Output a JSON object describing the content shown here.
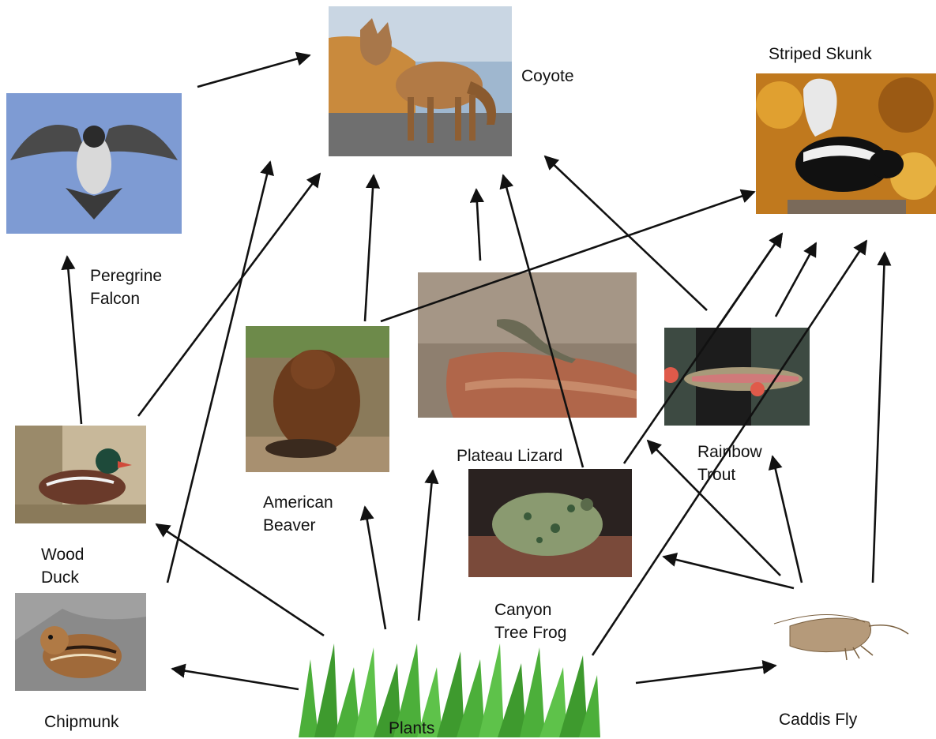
{
  "organisms": {
    "coyote": "Coyote",
    "striped_skunk": "Striped Skunk",
    "peregrine_falcon_line1": "Peregrine",
    "peregrine_falcon_line2": "Falcon",
    "plateau_lizard": "Plateau Lizard",
    "american_beaver_line1": "American",
    "american_beaver_line2": "Beaver",
    "rainbow_trout_line1": "Rainbow",
    "rainbow_trout_line2": "Trout",
    "wood_duck_line1": "Wood",
    "wood_duck_line2": "Duck",
    "canyon_tree_frog_line1": "Canyon",
    "canyon_tree_frog_line2": "Tree Frog",
    "chipmunk": "Chipmunk",
    "plants": "Plants",
    "caddis_fly": "Caddis Fly"
  },
  "food_web_links": [
    {
      "from": "Plants",
      "to": "Chipmunk"
    },
    {
      "from": "Plants",
      "to": "Wood Duck"
    },
    {
      "from": "Plants",
      "to": "American Beaver"
    },
    {
      "from": "Plants",
      "to": "Plateau Lizard"
    },
    {
      "from": "Plants",
      "to": "Caddis Fly"
    },
    {
      "from": "Plants",
      "to": "Striped Skunk"
    },
    {
      "from": "Caddis Fly",
      "to": "Canyon Tree Frog"
    },
    {
      "from": "Caddis Fly",
      "to": "Rainbow Trout"
    },
    {
      "from": "Caddis Fly",
      "to": "Striped Skunk"
    },
    {
      "from": "Chipmunk",
      "to": "Coyote"
    },
    {
      "from": "Wood Duck",
      "to": "Peregrine Falcon"
    },
    {
      "from": "Wood Duck",
      "to": "Coyote"
    },
    {
      "from": "American Beaver",
      "to": "Coyote"
    },
    {
      "from": "American Beaver",
      "to": "Striped Skunk"
    },
    {
      "from": "Plateau Lizard",
      "to": "Coyote"
    },
    {
      "from": "Canyon Tree Frog",
      "to": "Coyote"
    },
    {
      "from": "Canyon Tree Frog",
      "to": "Striped Skunk"
    },
    {
      "from": "Rainbow Trout",
      "to": "Coyote"
    },
    {
      "from": "Rainbow Trout",
      "to": "Striped Skunk"
    },
    {
      "from": "Peregrine Falcon",
      "to": "Coyote"
    }
  ],
  "colors": {
    "arrow": "#111111",
    "label": "#111111",
    "background": "#ffffff"
  }
}
